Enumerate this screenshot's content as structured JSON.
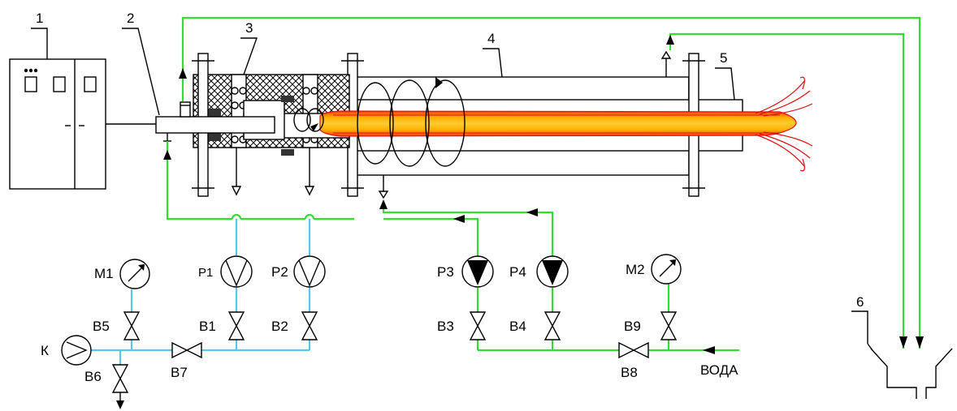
{
  "callouts": [
    "1",
    "2",
    "3",
    "4",
    "5",
    "6"
  ],
  "pumps": {
    "p1": "P1",
    "p2": "P2",
    "p3": "P3",
    "p4": "P4"
  },
  "gauges": {
    "m1": "M1",
    "m2": "M2"
  },
  "valves": {
    "v1": "B1",
    "v2": "B2",
    "v3": "B3",
    "v4": "B4",
    "v5": "B5",
    "v6": "B6",
    "v7": "B7",
    "v8": "B8",
    "v9": "B9"
  },
  "compressor": "К",
  "water": "ВОДА",
  "colors": {
    "water_line": "#33dd33",
    "air_line": "#55c8e8",
    "flame_core": "#ffa000",
    "flame_edge": "#e01010",
    "insulation_hatch": "#000000"
  }
}
